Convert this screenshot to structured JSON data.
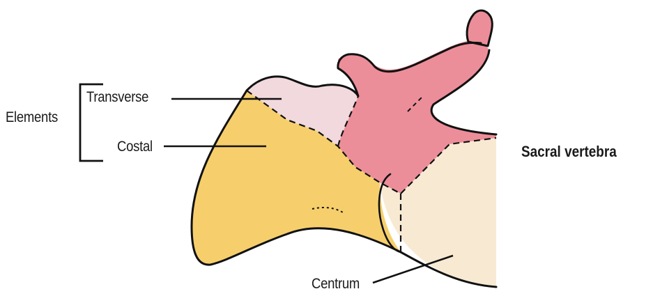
{
  "labels": {
    "elements": "Elements",
    "transverse": "Transverse",
    "costal": "Costal",
    "centrum": "Centrum"
  },
  "title": "Sacral vertebra",
  "colors": {
    "costal": "#f6cf6c",
    "transverse": "#f1d9de",
    "spine": "#ec8e99",
    "centrum": "#f8ead2",
    "outline": "#111111"
  }
}
